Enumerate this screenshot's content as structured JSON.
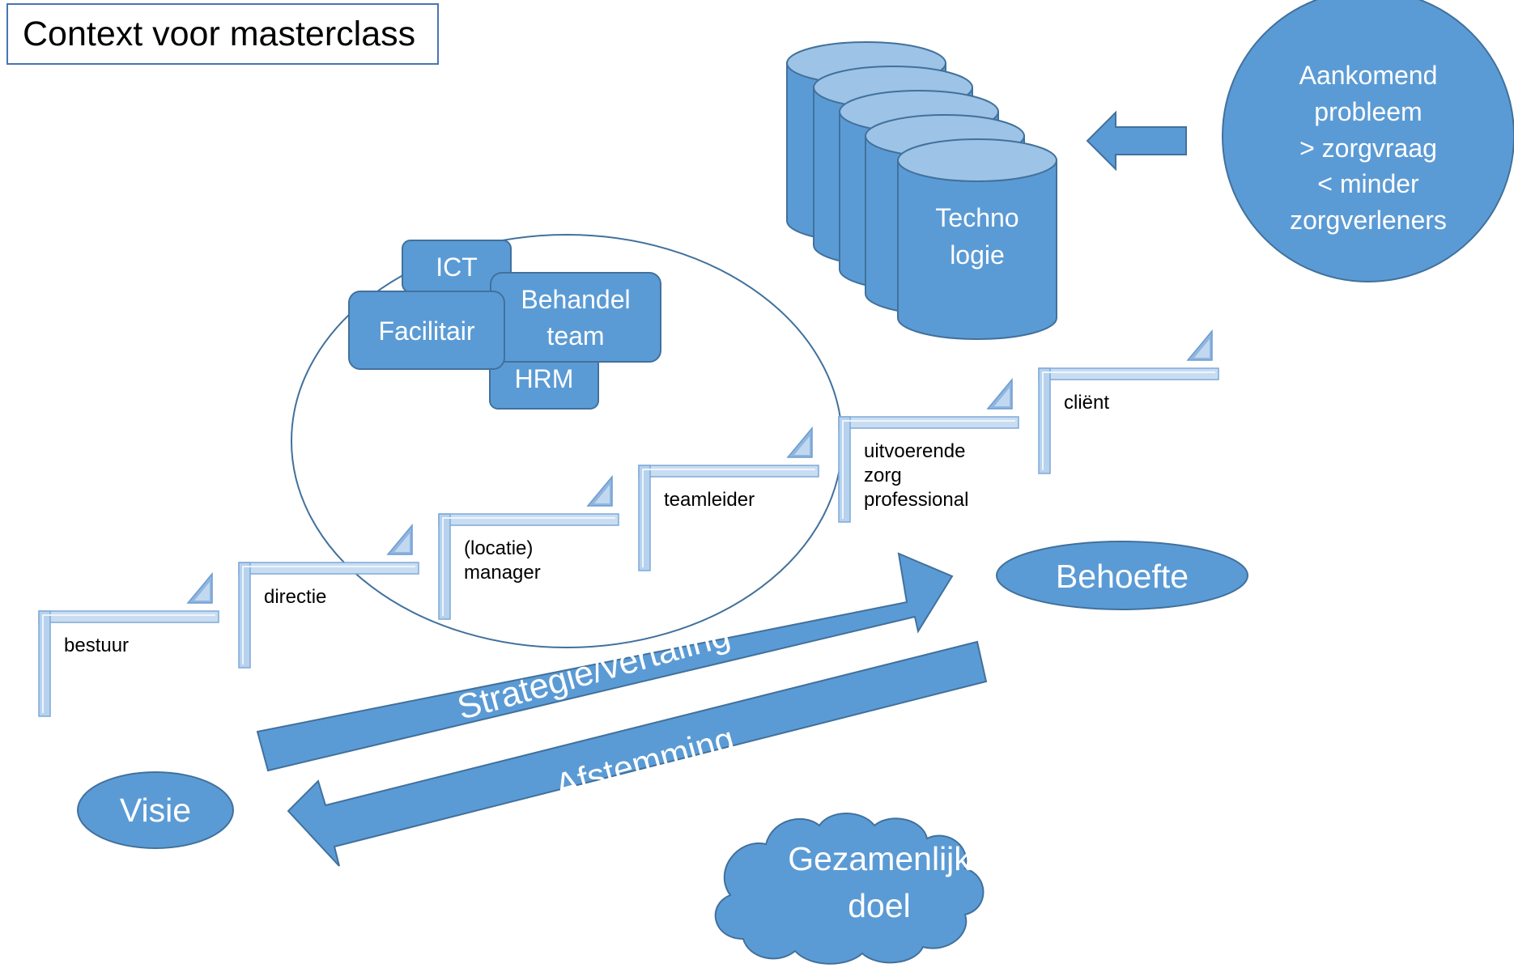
{
  "title": "Context voor masterclass",
  "steps": [
    {
      "label": [
        "bestuur"
      ]
    },
    {
      "label": [
        "directie"
      ]
    },
    {
      "label": [
        "(locatie)",
        "manager"
      ]
    },
    {
      "label": [
        "teamleider"
      ]
    },
    {
      "label": [
        "uitvoerende",
        "zorg",
        "professional"
      ]
    },
    {
      "label": [
        "cliënt"
      ]
    }
  ],
  "organisation": {
    "ict": "ICT",
    "behandel_team": [
      "Behandel",
      "team"
    ],
    "facilitair": "Facilitair",
    "hrm": "HRM"
  },
  "technologie": [
    "Techno",
    "logie"
  ],
  "problem": [
    "Aankomend",
    "probleem",
    "> zorgvraag",
    "< minder",
    "zorgverleners"
  ],
  "behoefte": "Behoefte",
  "visie": "Visie",
  "arrow_strategie": "Strategie/vertaling",
  "arrow_afstemming": "Afstemming",
  "cloud": [
    "Gezamenlijk",
    "doel"
  ],
  "colors": {
    "fill": "#5b9bd5",
    "stroke": "#41719c",
    "cylinder_top": "#9dc3e6",
    "step_light": "#c9ddf2",
    "step_mid": "#9dc3e6",
    "step_dark": "#5b9bd5"
  }
}
